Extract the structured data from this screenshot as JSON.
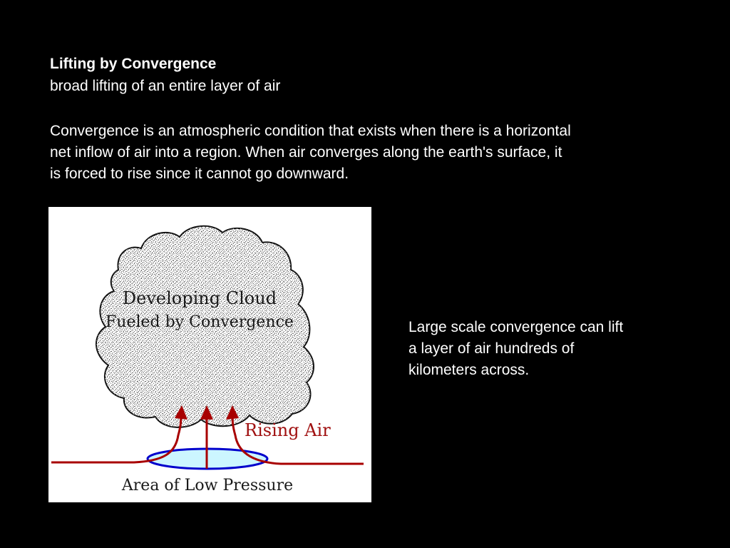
{
  "slide": {
    "title": "Lifting by Convergence",
    "subtitle": "broad lifting of an entire layer of air",
    "intro_lines": [
      "Convergence is an atmospheric condition that exists when there is a horizontal",
      "net inflow of air into a region. When air converges along the earth's surface, it",
      "is forced to rise since it cannot go downward."
    ],
    "side_lines": [
      "Large scale convergence can lift",
      "a layer of air hundreds of",
      "kilometers across."
    ]
  },
  "diagram": {
    "cloud_label_line1": "Developing Cloud",
    "cloud_label_line2": "Fueled by Convergence",
    "rising_air_label": "Rising Air",
    "low_pressure_label": "Area of Low Pressure",
    "colors": {
      "arrow": "#a80000",
      "rising_air_text": "#a01010",
      "ellipse_fill": "#ccf6ff",
      "ellipse_stroke": "#0000cc",
      "cloud_stroke": "#111111",
      "label_text": "#1a1a1a"
    }
  }
}
